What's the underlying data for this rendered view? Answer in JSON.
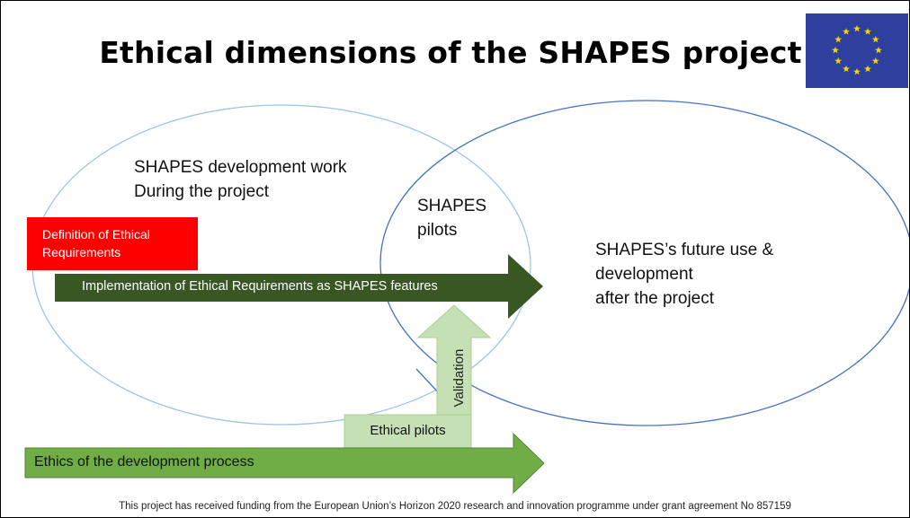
{
  "title": "Ethical dimensions of the SHAPES project",
  "flag": {
    "icon": "eu-flag-icon",
    "background": "#2f3f9e",
    "star_color": "#f4d800",
    "stars": 12
  },
  "circles": {
    "development": {
      "line1": "SHAPES development work",
      "line2": "During the project"
    },
    "pilots": {
      "line1": "SHAPES",
      "line2": "pilots"
    },
    "future": {
      "line1": "SHAPES’s future use &",
      "line2": "development",
      "line3": "after the project"
    }
  },
  "boxes": {
    "definition": {
      "line1": "Definition of Ethical",
      "line2": "Requirements",
      "color": "#ff0000"
    },
    "ethical_pilots": {
      "label": "Ethical pilots",
      "color": "#c5e0b4"
    }
  },
  "arrows": {
    "implementation": {
      "label": "Implementation of Ethical Requirements as SHAPES features",
      "color": "#385723"
    },
    "validation": {
      "label": "Validation",
      "color": "#c5e0b4"
    },
    "ethics_process": {
      "label": "Ethics of the development process",
      "color": "#70ad47"
    }
  },
  "footer": "This project has received funding from the European Union’s Horizon 2020 research and innovation programme under grant agreement No 857159"
}
